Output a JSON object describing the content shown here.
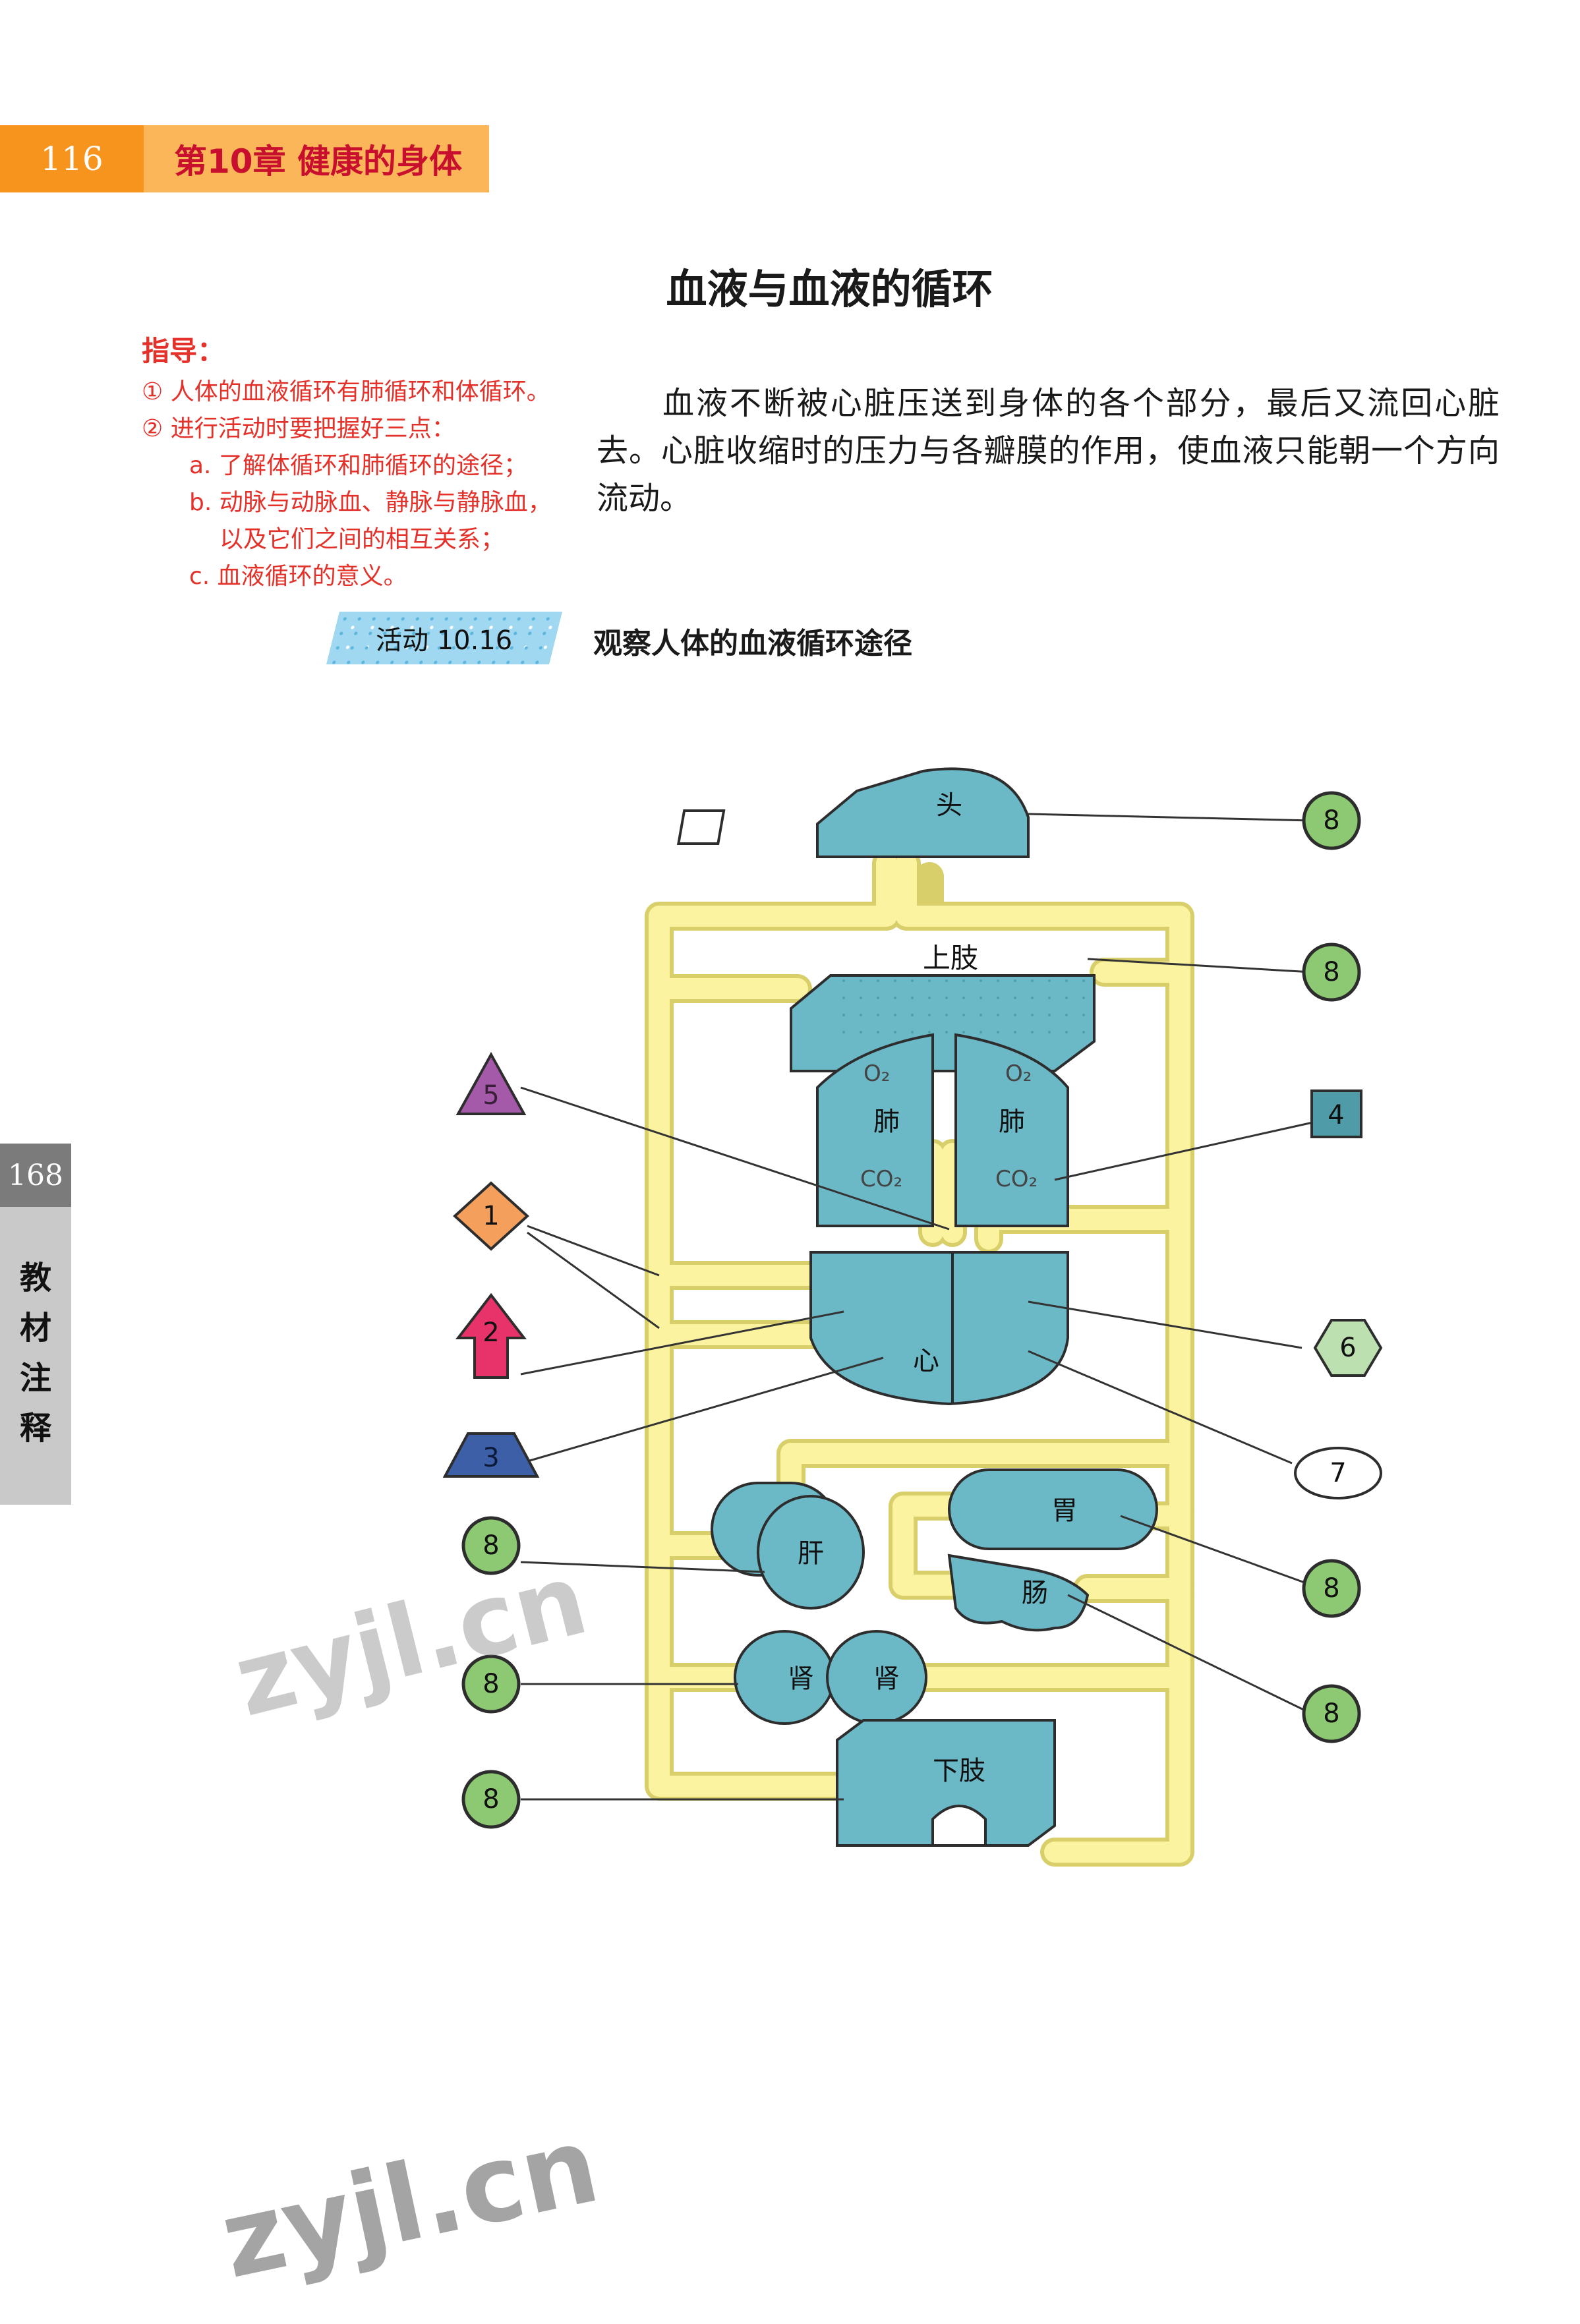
{
  "header": {
    "page_number": "116",
    "chapter": "第10章  健康的身体"
  },
  "side_tab": {
    "page_number": "168",
    "label_chars": [
      "教",
      "材",
      "注",
      "释"
    ]
  },
  "title": "血液与血液的循环",
  "guide": {
    "heading": "指导：",
    "items": [
      "① 人体的血液循环有肺循环和体循环。",
      "② 进行活动时要把握好三点：",
      "a. 了解体循环和肺循环的途径；",
      "b. 动脉与动脉血、静脉与静脉血，",
      "以及它们之间的相互关系；",
      "c. 血液循环的意义。"
    ]
  },
  "paragraph": "血液不断被心脏压送到身体的各个部分，最后又流回心脏去。心脏收缩时的压力与各瓣膜的作用，使血液只能朝一个方向流动。",
  "activity": {
    "badge": "活动 10.16",
    "title": "观察人体的血液循环途径"
  },
  "diagram": {
    "organs": {
      "head": "头",
      "upper_limb": "上肢",
      "lung_left": "肺",
      "lung_right": "肺",
      "heart": "心",
      "liver": "肝",
      "stomach": "胃",
      "intestine": "肠",
      "kidney_left": "肾",
      "kidney_right": "肾",
      "lower_limb": "下肢",
      "o2": "O₂",
      "co2": "CO₂"
    },
    "markers": {
      "m1": "1",
      "m2": "2",
      "m3": "3",
      "m4": "4",
      "m5": "5",
      "m6": "6",
      "m7": "7",
      "m8": "8"
    },
    "colors": {
      "organ": "#6bb8c6",
      "pipe": "#fbf3a0",
      "pipe_edge": "#d8cf6a",
      "marker_green": "#8dc972"
    }
  },
  "watermark": "zyjl.cn"
}
